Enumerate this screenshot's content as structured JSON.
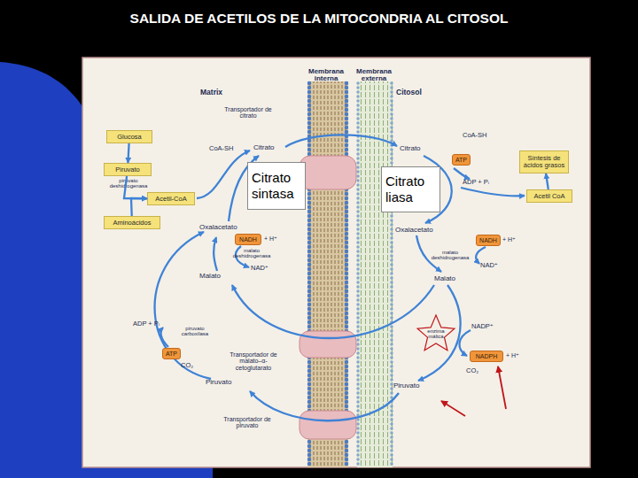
{
  "diagram": {
    "title": "SALIDA DE ACETILOS DE LA MITOCONDRIA AL CITOSOL",
    "nodes": [
      {
        "text": [
          "Glucosa"
        ]
      },
      {
        "text": [
          "Piruvato"
        ]
      },
      {
        "text": [
          "Acetil-CoA"
        ]
      },
      {
        "text": [
          "Aminoácidos"
        ]
      },
      {
        "text": [
          "Síntesis de ácidos grasos"
        ]
      },
      {
        "text": [
          "Acetil CoA"
        ]
      },
      {
        "text": [
          "ATP"
        ]
      },
      {
        "text": [
          "NADH"
        ]
      },
      {
        "text": [
          "NADH"
        ]
      },
      {
        "text": [
          "NADPH"
        ]
      },
      {
        "text": [
          "ATP"
        ]
      },
      {
        "text": [
          "Citrato sintasa"
        ]
      },
      {
        "text": [
          "Citrato liasa"
        ]
      }
    ],
    "edges": [
      {
        "from": 0,
        "to": 1,
        "arrow": "to"
      },
      {
        "from": 1,
        "to": 2,
        "arrow": "to"
      },
      {
        "from": 3,
        "to": 2,
        "arrow": "to"
      },
      {
        "from": 5,
        "to": 4,
        "arrow": "to"
      }
    ],
    "labels": [
      "Membrana interna",
      "Membrana externa",
      "Matrix",
      "Citosol",
      "Transportador de citrato",
      "piruvato deshidrogenasa",
      "CoA-SH",
      "Citrato",
      "Citrato",
      "CoA-SH",
      "ADP + Pᵢ",
      "Oxalacetato",
      "+ H⁺",
      "malato deshidrogenasa",
      "NAD⁺",
      "Malato",
      "Oxalacetato",
      "+ H⁺",
      "malato deshidrogenasa",
      "NAD⁺",
      "Malato",
      "NADP⁺",
      "enzima málica",
      "+ H⁺",
      "CO₂",
      "ADP + Pᵢ",
      "piruvato carboxilasa",
      "CO₂",
      "Transportador de malato–α-cetoglutarato",
      "Piruvato",
      "Piruvato",
      "Transportador de piruvato"
    ]
  }
}
